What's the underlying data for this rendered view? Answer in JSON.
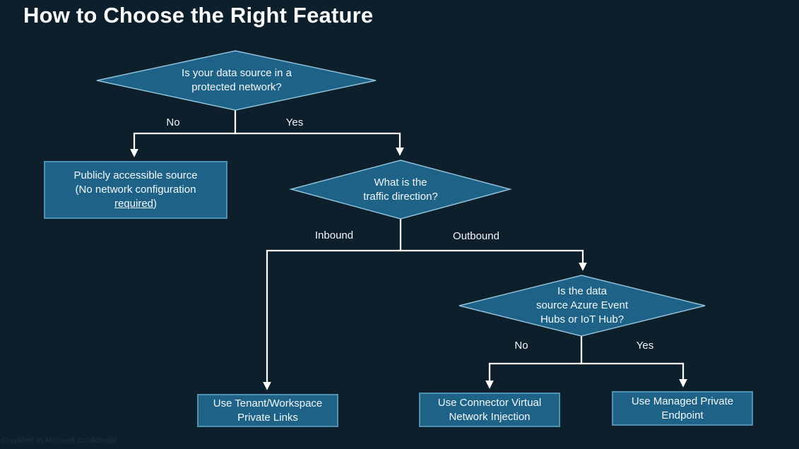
{
  "title": "How to Choose the Right Feature",
  "footer": "Classified as Microsoft Confidential",
  "colors": {
    "background": "#0d1f2b",
    "node_fill": "#1e6287",
    "node_border": "#4f90b4",
    "diamond_stroke": "#8fc0da",
    "connector": "#ffffff",
    "text": "#f4f9fc"
  },
  "flowchart": {
    "decision_protected_network": {
      "line1": "Is your data source in a",
      "line2": "protected network?"
    },
    "result_public_source": {
      "line1": "Publicly accessible source",
      "line2": "(No network configuration",
      "line3_underlined": "required",
      "line3_suffix": ")"
    },
    "decision_traffic_direction": {
      "line1": "What is the",
      "line2": "traffic direction?"
    },
    "decision_event_hubs": {
      "line1": "Is the data",
      "line2": "source Azure Event",
      "line3": "Hubs or IoT Hub?"
    },
    "result_private_links": {
      "line1": "Use Tenant/Workspace",
      "line2": "Private Links"
    },
    "result_vnet_injection": {
      "line1": "Use Connector Virtual",
      "line2": "Network Injection"
    },
    "result_managed_endpoint": {
      "line1": "Use Managed Private",
      "line2": "Endpoint"
    },
    "edge_labels": {
      "no1": "No",
      "yes1": "Yes",
      "inbound": "Inbound",
      "outbound": "Outbound",
      "no2": "No",
      "yes2": "Yes"
    }
  }
}
